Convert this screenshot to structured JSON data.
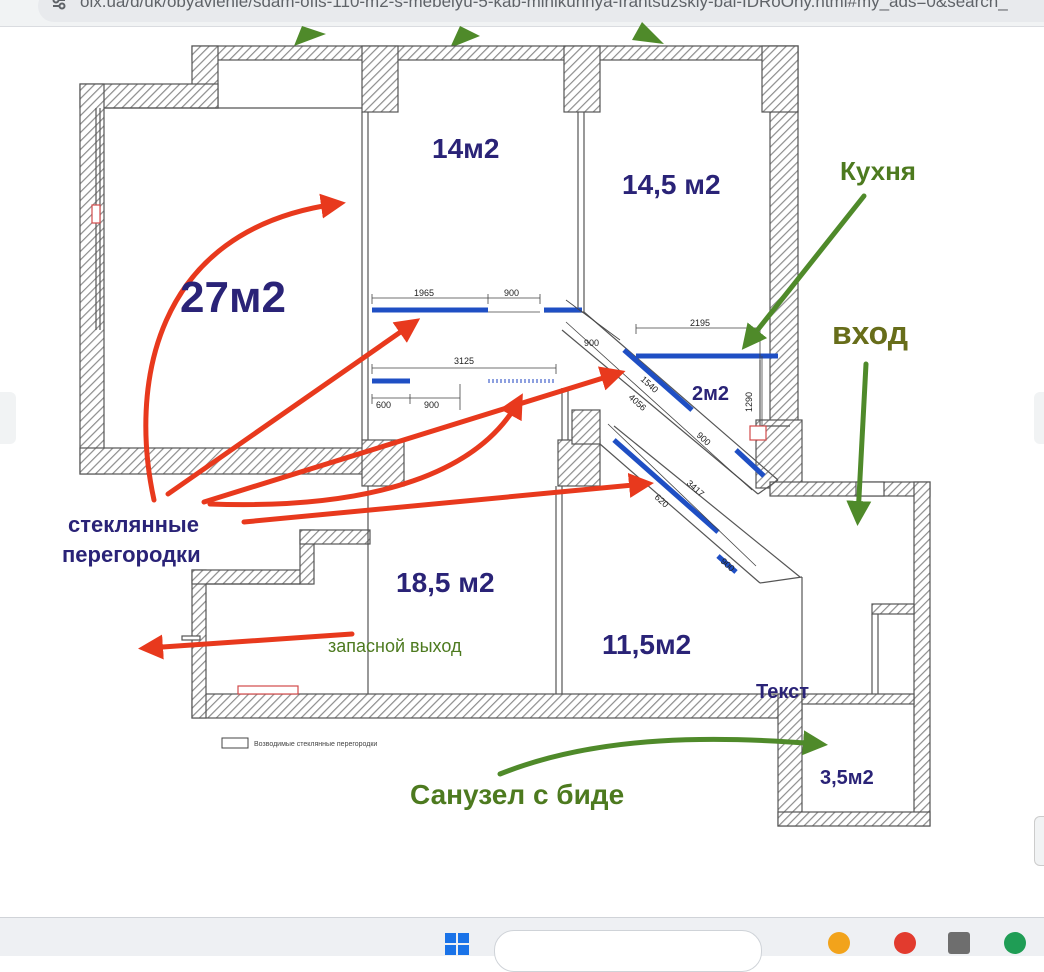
{
  "browser": {
    "url": "olx.ua/d/uk/obyavlenie/sdam-ofis-110-m2-s-mebelyu-5-kab-minikuhnya-frantsuzskiy-bal-IDRoOhy.html#my_ads=0&search_"
  },
  "plan": {
    "rooms": {
      "room_27": "27м2",
      "room_14": "14м2",
      "room_14_5": "14,5 м2",
      "room_2": "2м2",
      "room_18_5": "18,5 м2",
      "room_11_5": "11,5м2",
      "room_3_5": "3,5м2"
    },
    "labels": {
      "kitchen": "Кухня",
      "entrance": "вход",
      "glass_line1": "стеклянные",
      "glass_line2": "перегородки",
      "emergency_exit": "запасной выход",
      "text": "Текст",
      "bathroom": "Санузел с биде",
      "legend": "Возводимые стеклянные перегородки"
    },
    "dimensions": {
      "d1965": "1965",
      "d900a": "900",
      "d3125": "3125",
      "d600": "600",
      "d900b": "900",
      "d2195": "2195",
      "d900c": "900",
      "d1540": "1540",
      "d4056": "4056",
      "d900d": "900",
      "d1290": "1290",
      "d3417": "3417",
      "d620": "620",
      "d900e": "900"
    },
    "colors": {
      "room_label": "#2a2377",
      "green_label": "#4d7a1f",
      "olive_label": "#676d1a",
      "red_arrow": "#e8391d",
      "green_arrow": "#4f8a2a",
      "glass_partition": "#1f4fc4",
      "wall_hatch": "#9a9a9a"
    }
  }
}
